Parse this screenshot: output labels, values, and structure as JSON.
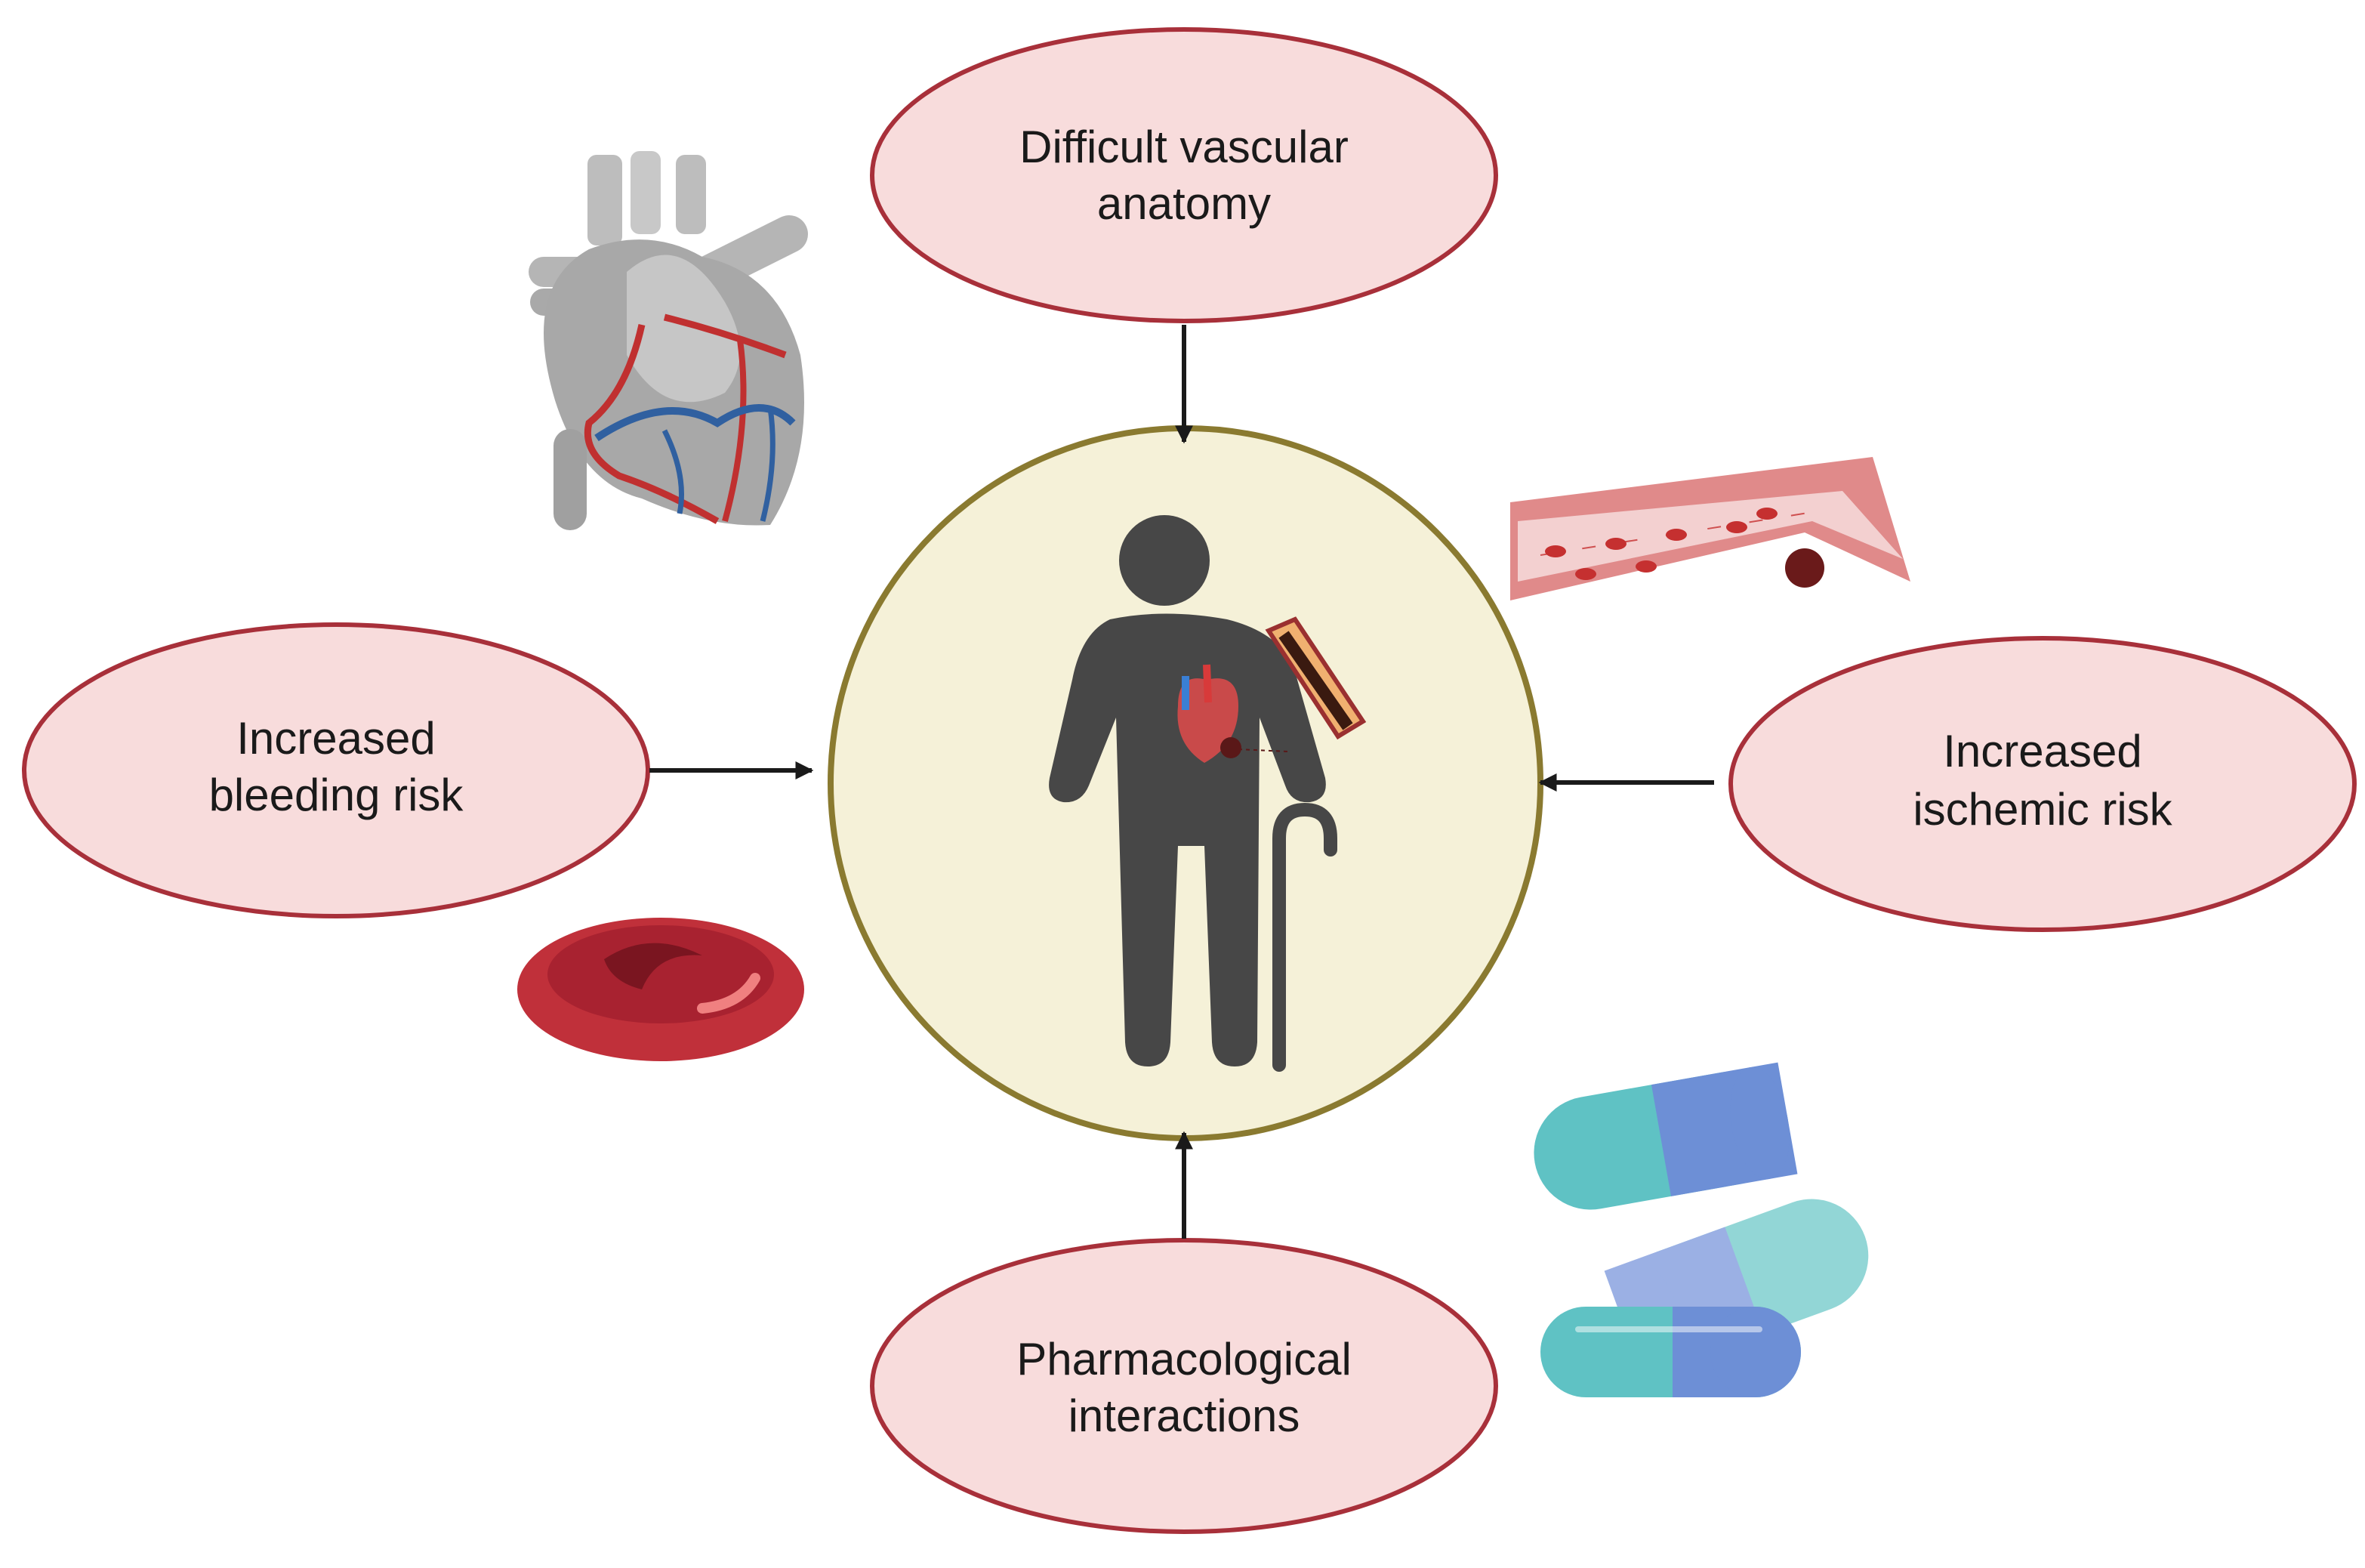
{
  "nodes": {
    "top": {
      "line1": "Difficult vascular",
      "line2": "anatomy"
    },
    "left": {
      "line1": "Increased",
      "line2": "bleeding risk"
    },
    "right": {
      "line1": "Increased",
      "line2": "ischemic risk"
    },
    "bottom": {
      "line1": "Pharmacological",
      "line2": "interactions"
    }
  },
  "center": {
    "icon": "elderly-patient-with-cane-icon"
  },
  "illustrations": [
    "heart-anatomy-icon",
    "artery-plaque-icon",
    "red-blood-cell-icon",
    "capsules-icon"
  ],
  "colors": {
    "ellipse_fill": "#f8dcdc",
    "ellipse_stroke": "#a8303a",
    "circle_fill": "#f5f1d8",
    "circle_stroke": "#8a7a30",
    "figure": "#474747",
    "arrow": "#1a1a1a"
  }
}
